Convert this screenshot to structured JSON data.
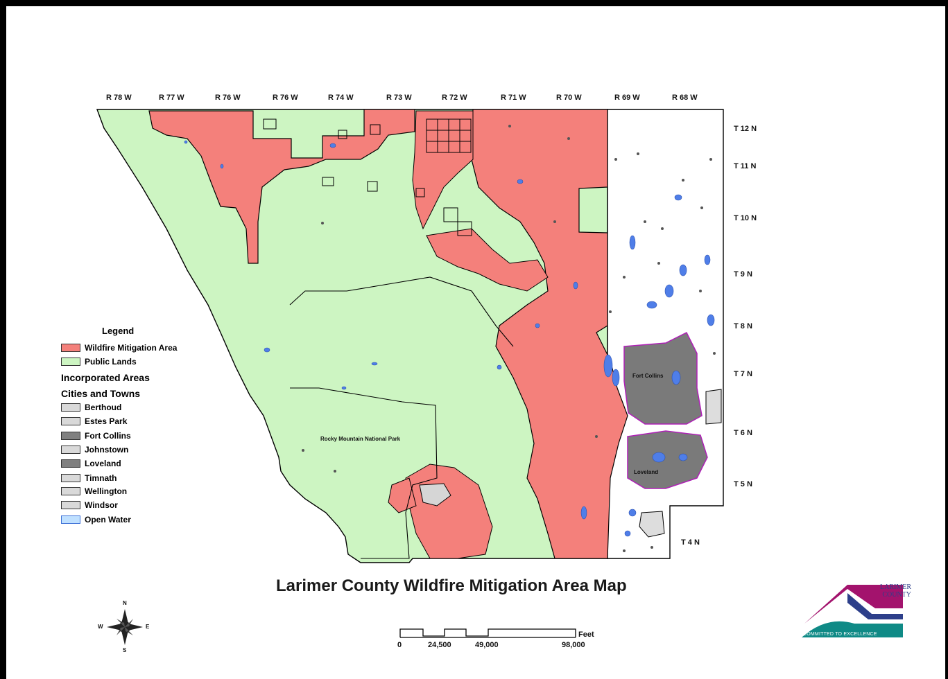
{
  "map": {
    "title": "Larimer County Wildfire Mitigation Area Map",
    "ranges": [
      "R 78 W",
      "R 77 W",
      "R 76 W",
      "R 76 W",
      "R 74 W",
      "R 73 W",
      "R 72 W",
      "R 71 W",
      "R 70 W",
      "R 69 W",
      "R 68 W"
    ],
    "townships": [
      "T 12 N",
      "T 11 N",
      "T 10 N",
      "T 9 N",
      "T 8 N",
      "T 7 N",
      "T 6 N",
      "T 5 N",
      "T 4 N"
    ],
    "place_labels": {
      "rmnp": "Rocky Mountain National Park",
      "fort_collins": "Fort Collins",
      "loveland": "Loveland"
    },
    "colors": {
      "wildfire": "#f4807b",
      "public_lands": "#cdf5c2",
      "incorporated_dark": "#7a7a7a",
      "incorporated_light": "#dddddd",
      "open_water": "#4f7ee8",
      "city_outline": "#b01fb8"
    }
  },
  "legend": {
    "title": "Legend",
    "items": [
      {
        "label": "Wildfire Mitigation Area",
        "color": "#f4807b"
      },
      {
        "label": "Public Lands",
        "color": "#cdf5c2"
      }
    ],
    "incorporated_heading": "Incorporated Areas",
    "cities_heading": "Cities and Towns",
    "cities": [
      {
        "label": "Berthoud",
        "color": "#d9d9d9"
      },
      {
        "label": "Estes Park",
        "color": "#d9d9d9"
      },
      {
        "label": "Fort Collins",
        "color": "#808080"
      },
      {
        "label": "Johnstown",
        "color": "#d9d9d9"
      },
      {
        "label": "Loveland",
        "color": "#808080"
      },
      {
        "label": "Timnath",
        "color": "#d9d9d9"
      },
      {
        "label": "Wellington",
        "color": "#d9d9d9"
      },
      {
        "label": "Windsor",
        "color": "#d9d9d9"
      },
      {
        "label": "Open Water",
        "color": "#bfe0ff"
      }
    ]
  },
  "scale_bar": {
    "ticks": [
      "0",
      "24,500",
      "49,000",
      "98,000"
    ],
    "unit": "Feet"
  },
  "compass": {
    "n": "N",
    "s": "S",
    "e": "E",
    "w": "W"
  },
  "logo": {
    "name_line1": "LARIMER",
    "name_line2": "COUNTY",
    "tagline": "COMMITTED TO EXCELLENCE",
    "colors": {
      "magenta": "#a3136d",
      "teal": "#0f8a86",
      "blue": "#2d3f8a"
    }
  }
}
